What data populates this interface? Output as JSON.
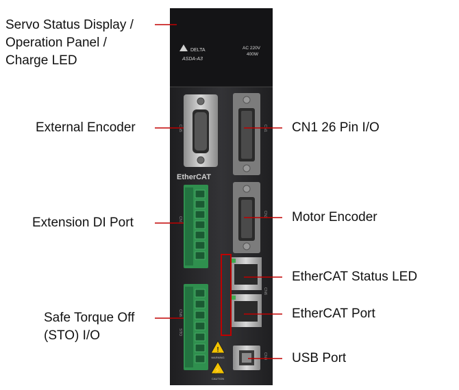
{
  "device": {
    "brand": "DELTA",
    "model": "ASDA-A3",
    "rating_voltage": "AC 220V",
    "rating_power": "400W",
    "fieldbus_logo": "EtherCAT",
    "connector_tags": {
      "cn5": "CN5",
      "cn1": "CN1",
      "cn7": "CN7",
      "cn2": "CN2",
      "cn6": "CN6",
      "sto": "STO",
      "cn4": "CN4"
    },
    "warning_tags": [
      "WARNING",
      "CAUTION"
    ]
  },
  "labels": {
    "servo_status_line1": "Servo Status Display /",
    "servo_status_line2": "Operation Panel /",
    "servo_status_line3": "Charge LED",
    "external_encoder": "External Encoder",
    "cn1_io": "CN1 26 Pin I/O",
    "extension_di": "Extension DI Port",
    "motor_encoder": "Motor Encoder",
    "ethercat_status_led": "EtherCAT Status LED",
    "ethercat_port": "EtherCAT Port",
    "sto_line1": "Safe Torque Off",
    "sto_line2": "(STO) I/O",
    "usb_port": "USB Port"
  },
  "colors": {
    "callout_line": "#c00000",
    "highlight_box": "#c00000",
    "body_dark": "#2b2b2d",
    "body_top": "#151517",
    "terminal_green": "#2f8f4e",
    "warning_yellow": "#f2c200"
  }
}
